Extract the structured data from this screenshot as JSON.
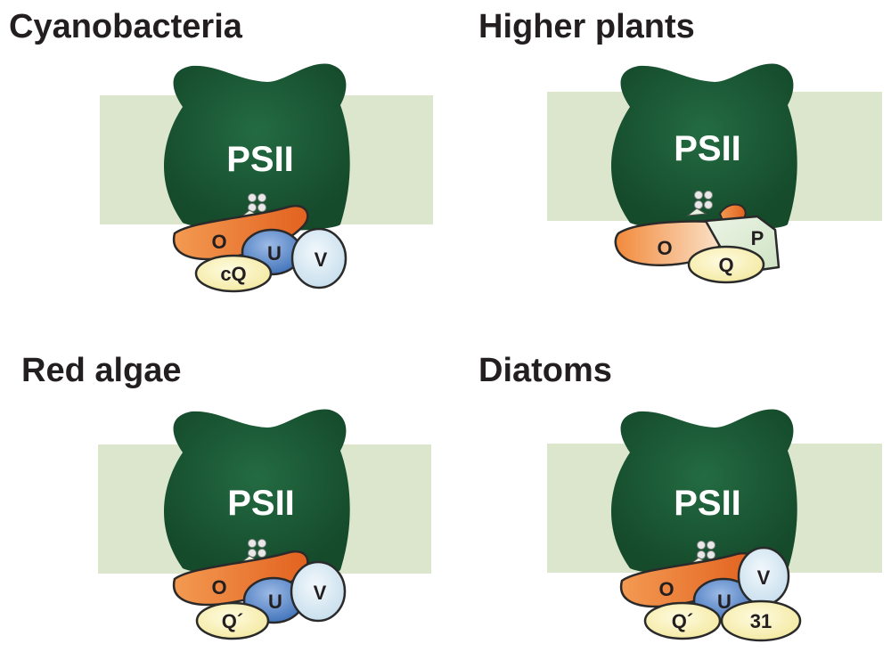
{
  "panels": [
    {
      "title": "Cyanobacteria",
      "core_label": "PSII",
      "subunits": {
        "o": "O",
        "u": "U",
        "v": "V",
        "q": "cQ"
      }
    },
    {
      "title": "Higher plants",
      "core_label": "PSII",
      "subunits": {
        "o": "O",
        "p": "P",
        "q": "Q"
      }
    },
    {
      "title": "Red algae",
      "core_label": "PSII",
      "subunits": {
        "o": "O",
        "u": "U",
        "v": "V",
        "q": "Q´"
      }
    },
    {
      "title": "Diatoms",
      "core_label": "PSII",
      "subunits": {
        "o": "O",
        "u": "U",
        "v": "V",
        "q": "Q´",
        "p31": "31"
      }
    }
  ],
  "colors": {
    "membrane": "#dbe6cc",
    "psii_core": "#1e5a37",
    "subunit_o": "#ee7a2d",
    "subunit_u": "#4f7fc4",
    "subunit_v": "#dbeaf4",
    "subunit_q": "#f8f1b8",
    "subunit_p": "#dfeed6",
    "outline": "#2a2a2a"
  }
}
